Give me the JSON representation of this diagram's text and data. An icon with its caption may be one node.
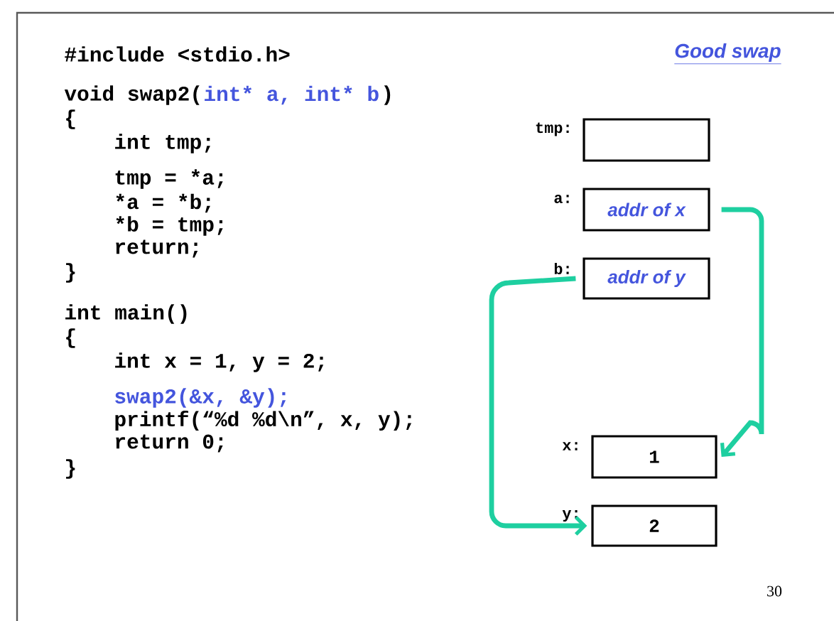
{
  "diagram": {
    "title": "Good swap",
    "nodes": [
      {
        "text": [],
        "shape": "box",
        "beside": [
          "tmp:"
        ]
      },
      {
        "text": [
          "addr of x"
        ],
        "beside": [
          "a:"
        ]
      },
      {
        "text": [
          "addr of y"
        ],
        "beside": [
          "b:"
        ]
      },
      {
        "text": [
          "1"
        ],
        "beside": [
          "x:"
        ]
      },
      {
        "text": [
          "2"
        ],
        "beside": [
          "y:"
        ]
      }
    ],
    "edges": [
      {
        "from": 1,
        "to": 3,
        "arrow": "to"
      },
      {
        "from": 2,
        "to": 4,
        "arrow": "to"
      }
    ],
    "labels": [
      "#include <stdio.h>",
      "void swap2(",
      "int* a, int* b",
      ")",
      "{",
      "int tmp;",
      "tmp = *a;",
      "*a = *b;",
      "*b = tmp;",
      "return;",
      "}",
      "int main()",
      "{",
      "int x = 1, y = 2;",
      "swap2(&x, &y);",
      "printf(“%d %d\\n”, x, y);",
      "return 0;",
      "}",
      "30"
    ]
  }
}
